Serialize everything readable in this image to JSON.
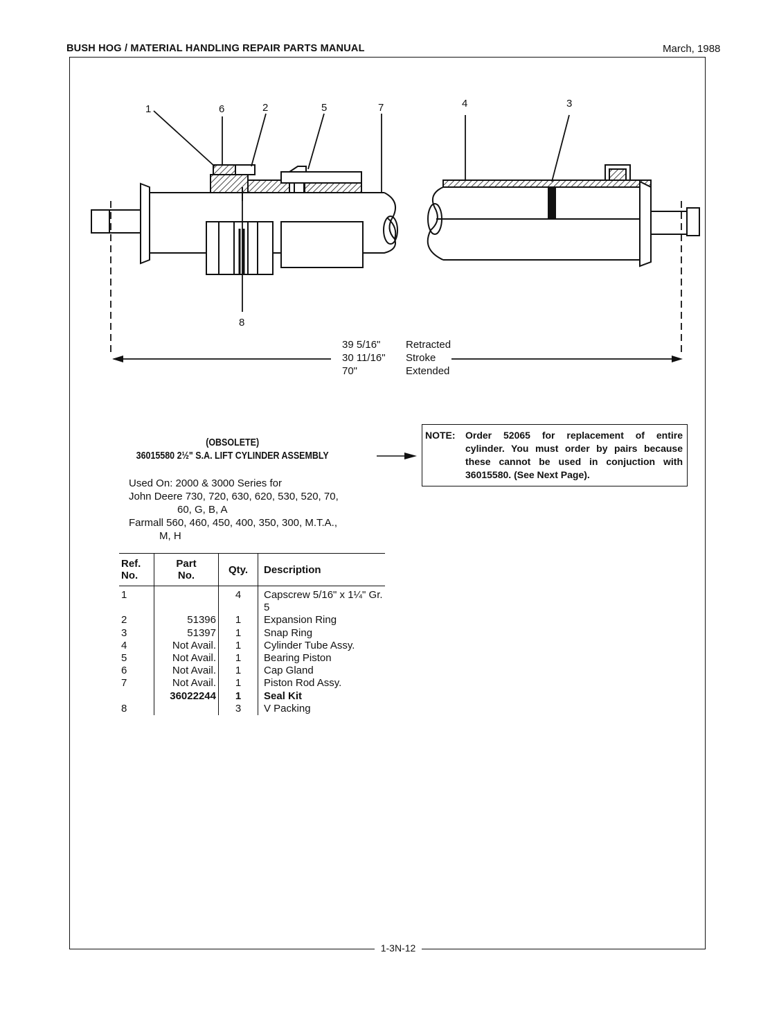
{
  "header": {
    "title": "BUSH HOG / MATERIAL HANDLING REPAIR PARTS MANUAL",
    "date": "March, 1988"
  },
  "diagram": {
    "callouts": [
      "1",
      "6",
      "2",
      "5",
      "7",
      "4",
      "3",
      "8"
    ],
    "dimensions": [
      {
        "value": "39 5/16\"",
        "label": "Retracted"
      },
      {
        "value": "30 11/16\"",
        "label": "Stroke"
      },
      {
        "value": "70\"",
        "label": "Extended"
      }
    ]
  },
  "assembly": {
    "status": "(OBSOLETE)",
    "title": "36015580 2½\" S.A. LIFT CYLINDER ASSEMBLY"
  },
  "note": {
    "label": "NOTE:",
    "lines": [
      "Order 52065 for replacement of entire",
      "cylinder. You must order by pairs because",
      "these cannot be used in conjuction with",
      "36015580. (See Next Page)."
    ]
  },
  "used_on": {
    "lines": [
      "Used On:  2000 & 3000 Series for",
      "John Deere 730, 720, 630, 620, 530, 520, 70,",
      "60, G, B, A",
      "Farmall 560, 460, 450, 400, 350, 300, M.T.A.,",
      "M, H"
    ]
  },
  "parts_table": {
    "headers": {
      "ref": "Ref.",
      "ref2": "No.",
      "part": "Part",
      "part2": "No.",
      "qty": "Qty.",
      "desc": "Description"
    },
    "rows": [
      {
        "ref": "1",
        "part": "",
        "qty": "4",
        "desc": "Capscrew 5/16\" x 1¼\" Gr. 5"
      },
      {
        "ref": "2",
        "part": "51396",
        "qty": "1",
        "desc": "Expansion Ring"
      },
      {
        "ref": "3",
        "part": "51397",
        "qty": "1",
        "desc": "Snap Ring"
      },
      {
        "ref": "4",
        "part": "Not Avail.",
        "qty": "1",
        "desc": "Cylinder Tube Assy."
      },
      {
        "ref": "5",
        "part": "Not Avail.",
        "qty": "1",
        "desc": "Bearing Piston"
      },
      {
        "ref": "6",
        "part": "Not Avail.",
        "qty": "1",
        "desc": "Cap Gland"
      },
      {
        "ref": "7",
        "part": "Not Avail.",
        "qty": "1",
        "desc": "Piston Rod Assy."
      },
      {
        "ref": "",
        "part": "36022244",
        "qty": "1",
        "desc": "Seal Kit"
      },
      {
        "ref": "8",
        "part": "",
        "qty": "3",
        "desc": "V Packing"
      }
    ]
  },
  "footer": {
    "page": "1-3N-12"
  }
}
